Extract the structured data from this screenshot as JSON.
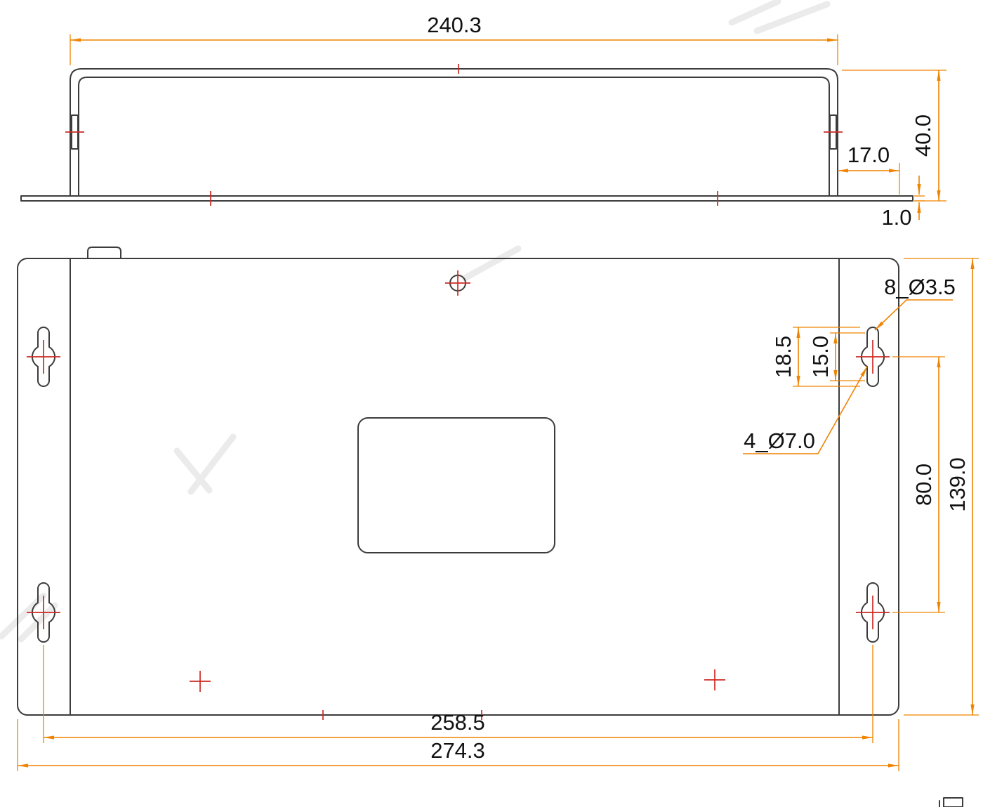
{
  "drawing": {
    "side_view": {
      "overall_width": "240.3",
      "overall_height": "40.0",
      "flange_width": "17.0",
      "sheet_thickness": "1.0"
    },
    "top_view": {
      "keyhole_small_callout": "8_Ø3.5",
      "keyhole_slot_length": "18.5",
      "keyhole_slot_centers": "15.0",
      "keyhole_large_callout": "4_Ø7.0",
      "mount_hole_vertical_pitch": "80.0",
      "overall_depth": "139.0",
      "mount_hole_horizontal_pitch": "258.5",
      "overall_width": "274.3"
    },
    "colors": {
      "outline": "#3c3c3c",
      "dimension": "#f08300",
      "center_mark": "#cc2b24",
      "text": "#111111"
    }
  }
}
